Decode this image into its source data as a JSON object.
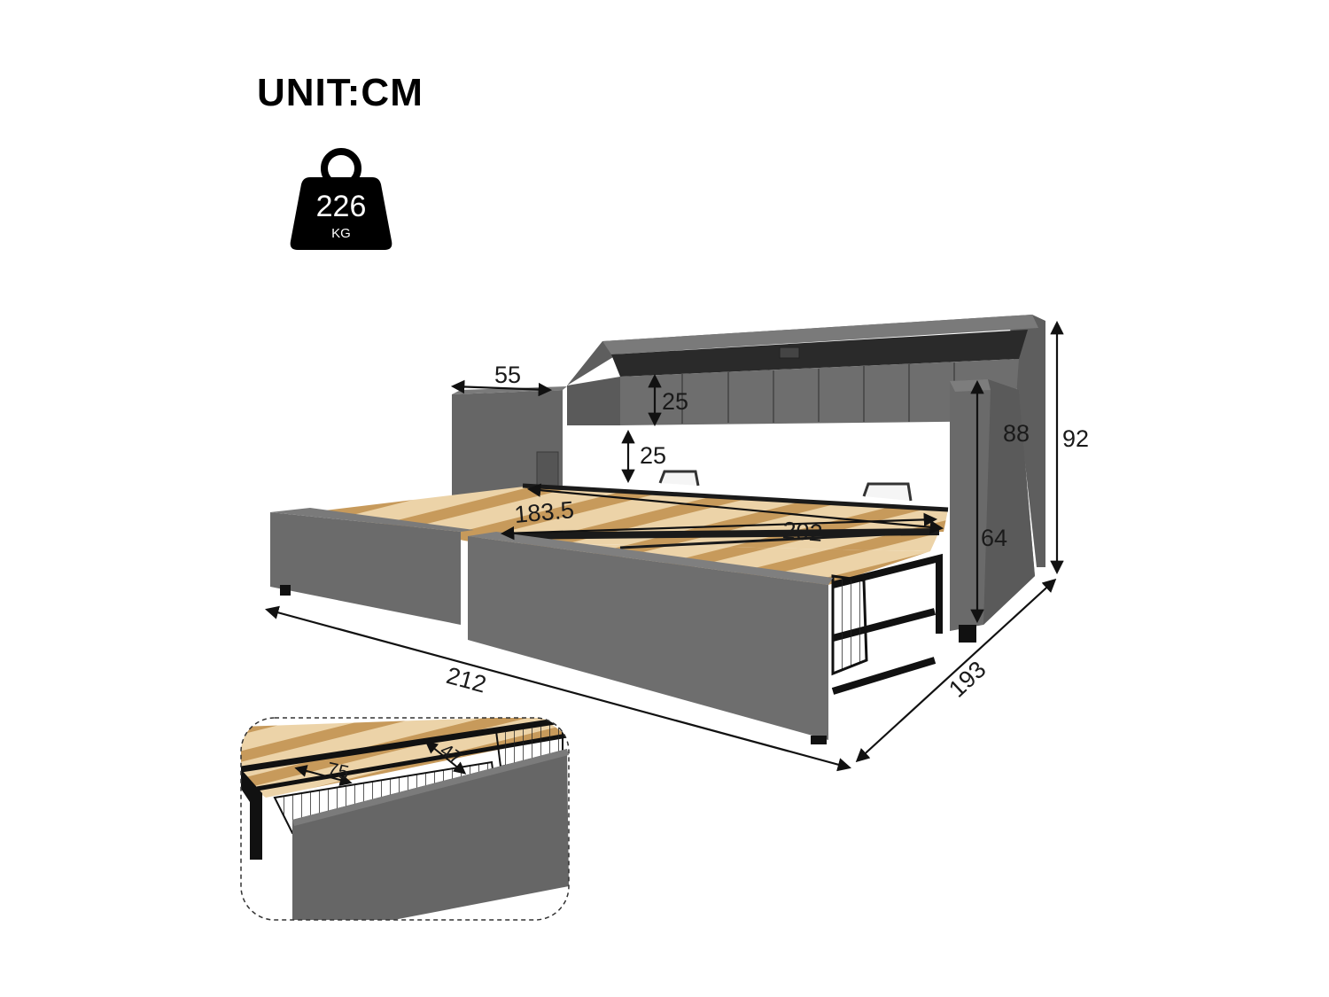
{
  "unit_label": "UNIT:CM",
  "weight": {
    "value": "226",
    "unit": "KG",
    "icon": "weight-icon"
  },
  "dimensions": {
    "armrest_width": "55",
    "shelf_height": "25",
    "headboard_gap": "25",
    "inner_height": "88",
    "total_height": "92",
    "side_height": "64",
    "inner_width": "183.5",
    "inner_length": "202",
    "total_length": "212",
    "total_depth": "193"
  },
  "inset": {
    "basket_width": "75",
    "basket_depth": "47"
  },
  "colors": {
    "fabric": "#6b6b6b",
    "fabric_dark": "#555555",
    "slat": "#e8cfa3",
    "metal": "#1a1a1a",
    "dimension_line": "#111111"
  }
}
